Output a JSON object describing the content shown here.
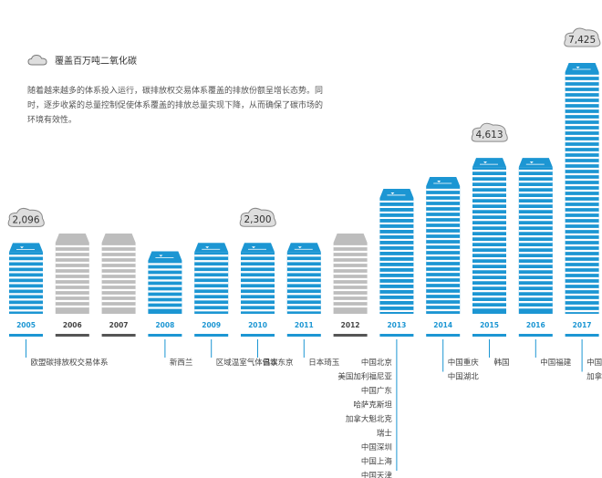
{
  "legend": {
    "label": "覆盖百万吨二氧化碳",
    "icon": "cloud-icon"
  },
  "description": "随着越来越多的体系投入运行，碳排放权交易体系覆盖的排放份额呈增长态势。同时，逐步收紧的总量控制促使体系覆盖的排放总量实现下降，从而确保了碳市场的环境有效性。",
  "colors": {
    "active": "#1c96d3",
    "inactive": "#bdbdbd",
    "callout": "#dedede",
    "text": "#444444"
  },
  "chart_data": {
    "type": "bar",
    "x": [
      "2005",
      "2006",
      "2007",
      "2008",
      "2009",
      "2010",
      "2011",
      "2012",
      "2013",
      "2014",
      "2015",
      "2016",
      "2017"
    ],
    "values": [
      2096,
      null,
      null,
      1850,
      2100,
      2100,
      2100,
      null,
      3700,
      4050,
      4613,
      4613,
      7425
    ],
    "active": [
      true,
      false,
      false,
      true,
      true,
      true,
      true,
      false,
      true,
      true,
      true,
      true,
      true
    ],
    "callouts": [
      {
        "year": "2005",
        "label": "2,096"
      },
      {
        "year": "2010",
        "label": "2,300"
      },
      {
        "year": "2015",
        "label": "4,613"
      },
      {
        "year": "2017",
        "label": "7,425"
      }
    ],
    "annotations": [
      {
        "year": "2005",
        "lines": [
          "欧盟碳排放权交易体系"
        ]
      },
      {
        "year": "2008",
        "lines": [
          "新西兰"
        ]
      },
      {
        "year": "2009",
        "lines": [
          "区域温室气体倡议"
        ]
      },
      {
        "year": "2010",
        "lines": [
          "日本东京"
        ]
      },
      {
        "year": "2011",
        "lines": [
          "日本琦玉"
        ]
      },
      {
        "year": "2013",
        "lines": [
          "中国北京",
          "美国加利福尼亚",
          "中国广东",
          "哈萨克斯坦",
          "加拿大魁北克",
          "瑞士",
          "中国深圳",
          "中国上海",
          "中国天津"
        ]
      },
      {
        "year": "2014",
        "lines": [
          "中国重庆",
          "中国湖北"
        ]
      },
      {
        "year": "2015",
        "lines": [
          "韩国"
        ]
      },
      {
        "year": "2016",
        "lines": [
          "中国福建"
        ]
      },
      {
        "year": "2017",
        "lines": [
          "中国",
          "加拿大安大略"
        ]
      }
    ]
  }
}
